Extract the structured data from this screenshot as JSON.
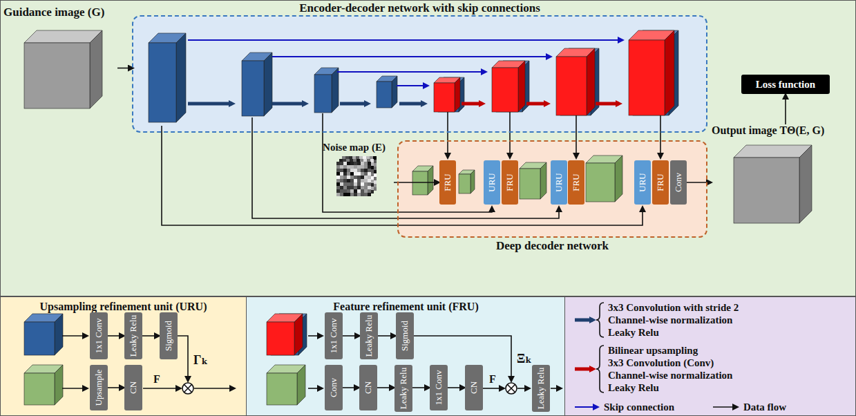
{
  "diagram": {
    "nodes": [
      {
        "text": [
          "Guidance image (G)"
        ]
      },
      {
        "text": [
          "Encoder-decoder network with skip connections"
        ]
      },
      {
        "text": [
          "Deep decoder network"
        ]
      },
      {
        "text": [
          "Noise map (E)"
        ]
      },
      {
        "text": [
          "FRU"
        ],
        "in": 2
      },
      {
        "text": [
          "URU"
        ],
        "in": 2
      },
      {
        "text": [
          "FRU"
        ],
        "in": 2
      },
      {
        "text": [
          "URU"
        ],
        "in": 2
      },
      {
        "text": [
          "FRU"
        ],
        "in": 2
      },
      {
        "text": [
          "URU"
        ],
        "in": 2
      },
      {
        "text": [
          "FRU"
        ],
        "in": 2
      },
      {
        "text": [
          "Conv"
        ],
        "in": 2
      },
      {
        "text": [
          "Loss function"
        ]
      },
      {
        "text": [
          "Output image TΘ(E, G)"
        ]
      },
      {
        "text": [
          "Upsampling refinement unit (URU)"
        ]
      },
      {
        "text": [
          "1x1 Conv"
        ],
        "in": 14
      },
      {
        "text": [
          "Leaky Relu"
        ],
        "in": 14
      },
      {
        "text": [
          "Sigmoid"
        ],
        "in": 14
      },
      {
        "text": [
          "Upsample"
        ],
        "in": 14
      },
      {
        "text": [
          "CN"
        ],
        "in": 14
      },
      {
        "text": [
          "Feature refinement unit (FRU)"
        ]
      },
      {
        "text": [
          "1x1 Conv"
        ],
        "in": 20
      },
      {
        "text": [
          "Leaky Relu"
        ],
        "in": 20
      },
      {
        "text": [
          "Sigmoid"
        ],
        "in": 20
      },
      {
        "text": [
          "Conv"
        ],
        "in": 20
      },
      {
        "text": [
          "CN"
        ],
        "in": 20
      },
      {
        "text": [
          "Leaky Relu"
        ],
        "in": 20
      },
      {
        "text": [
          "1x1 Conv"
        ],
        "in": 20
      },
      {
        "text": [
          "CN"
        ],
        "in": 20
      },
      {
        "text": [
          "Leaky Relu"
        ],
        "in": 20
      }
    ],
    "edges": [
      {
        "from": 0,
        "to": 1,
        "arrow": "to"
      },
      {
        "from": 3,
        "to": 4,
        "arrow": "to"
      },
      {
        "from": 11,
        "to": 13,
        "arrow": "to"
      },
      {
        "from": 13,
        "to": 12,
        "arrow": "to"
      },
      {
        "from": 15,
        "to": 16,
        "arrow": "to"
      },
      {
        "from": 16,
        "to": 17,
        "arrow": "to"
      },
      {
        "from": 18,
        "to": 19,
        "arrow": "to"
      },
      {
        "from": 21,
        "to": 22,
        "arrow": "to"
      },
      {
        "from": 22,
        "to": 23,
        "arrow": "to"
      },
      {
        "from": 24,
        "to": 25,
        "arrow": "to"
      },
      {
        "from": 25,
        "to": 26,
        "arrow": "to"
      },
      {
        "from": 26,
        "to": 27,
        "arrow": "to"
      },
      {
        "from": 27,
        "to": 28,
        "arrow": "to"
      }
    ],
    "labels": [
      "Γₖ",
      "F",
      "Ξₖ",
      "F"
    ],
    "legend": [
      {
        "text": "3x3 Convolution with stride 2"
      },
      {
        "text": "Channel-wise normalization"
      },
      {
        "text": "Leaky Relu"
      },
      {
        "text": "Bilinear upsampling"
      },
      {
        "text": "3x3 Convolution (Conv)"
      },
      {
        "text": "Channel-wise normalization"
      },
      {
        "text": "Leaky Relu"
      },
      {
        "text": "Skip connection"
      },
      {
        "text": "Data flow"
      }
    ]
  }
}
